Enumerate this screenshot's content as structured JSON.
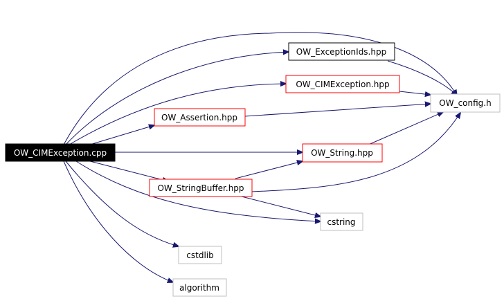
{
  "diagram": {
    "colors": {
      "edge": "#191970",
      "root_fill": "#000000",
      "root_text": "#ffffff",
      "documented_border": "#ff0000",
      "undocumented_border": "#000000",
      "system_border": "#bfbfbf",
      "text": "#000000"
    },
    "nodes": {
      "root": "OW_CIMException.cpp",
      "exception_ids": "OW_ExceptionIds.hpp",
      "cim_exception": "OW_CIMException.hpp",
      "config": "OW_config.h",
      "assertion": "OW_Assertion.hpp",
      "string": "OW_String.hpp",
      "string_buffer": "OW_StringBuffer.hpp",
      "cstring": "cstring",
      "cstdlib": "cstdlib",
      "algorithm": "algorithm"
    },
    "edges": [
      [
        "root",
        "exception_ids"
      ],
      [
        "root",
        "cim_exception"
      ],
      [
        "root",
        "assertion"
      ],
      [
        "root",
        "string"
      ],
      [
        "root",
        "string_buffer"
      ],
      [
        "root",
        "cstring"
      ],
      [
        "root",
        "cstdlib"
      ],
      [
        "root",
        "algorithm"
      ],
      [
        "root",
        "config"
      ],
      [
        "exception_ids",
        "config"
      ],
      [
        "cim_exception",
        "config"
      ],
      [
        "assertion",
        "config"
      ],
      [
        "string",
        "config"
      ],
      [
        "string_buffer",
        "string"
      ],
      [
        "string_buffer",
        "config"
      ],
      [
        "string_buffer",
        "cstring"
      ]
    ]
  }
}
